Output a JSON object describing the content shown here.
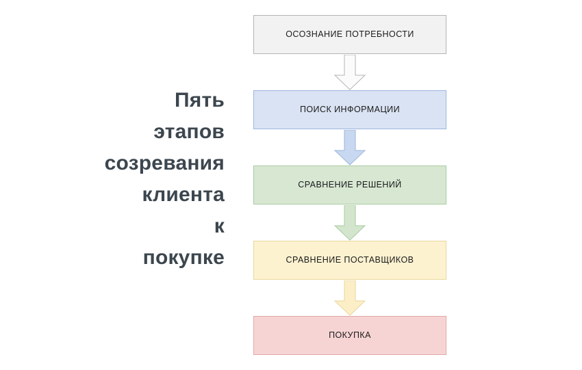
{
  "heading": {
    "text": "Пять\nэтапов\nсозревания\nклиента\nк\nпокупке",
    "color": "#3c464e",
    "align": "right"
  },
  "flow": {
    "type": "vertical-flowchart",
    "direction": "top-to-bottom",
    "steps": [
      {
        "index": 1,
        "label": "ОСОЗНАНИЕ ПОТРЕБНОСТИ",
        "fill": "#f2f2f2",
        "border": "#b4b4b4",
        "text_color": "#1a1a1a"
      },
      {
        "index": 2,
        "label": "ПОИСК ИНФОРМАЦИИ",
        "fill": "#dae3f3",
        "border": "#9db5de",
        "text_color": "#1a1a1a"
      },
      {
        "index": 3,
        "label": "СРАВНЕНИЕ РЕШЕНИЙ",
        "fill": "#d7e7d2",
        "border": "#a9cba1",
        "text_color": "#1a1a1a"
      },
      {
        "index": 4,
        "label": "СРАВНЕНИЕ ПОСТАВЩИКОВ",
        "fill": "#fdf2d0",
        "border": "#e8d79a",
        "text_color": "#1a1a1a"
      },
      {
        "index": 5,
        "label": "ПОКУПКА",
        "fill": "#f7d4d4",
        "border": "#e0a8a8",
        "text_color": "#1a1a1a"
      }
    ],
    "connectors": [
      {
        "index": 1,
        "from": "ОСОЗНАНИЕ ПОТРЕБНОСТИ",
        "to": "ПОИСК ИНФОРМАЦИИ",
        "icon": "arrow-down-icon",
        "fill": "#fbfbfb",
        "border": "#b4b4b4"
      },
      {
        "index": 2,
        "from": "ПОИСК ИНФОРМАЦИИ",
        "to": "СРАВНЕНИЕ РЕШЕНИЙ",
        "icon": "arrow-down-icon",
        "fill": "#c8d8f0",
        "border": "#9db5de"
      },
      {
        "index": 3,
        "from": "СРАВНЕНИЕ РЕШЕНИЙ",
        "to": "СРАВНЕНИЕ ПОСТАВЩИКОВ",
        "icon": "arrow-down-icon",
        "fill": "#d3e6cd",
        "border": "#a9cba1"
      },
      {
        "index": 4,
        "from": "СРАВНЕНИЕ ПОСТАВЩИКОВ",
        "to": "ПОКУПКА",
        "icon": "arrow-down-icon",
        "fill": "#fcefc8",
        "border": "#e8d79a"
      }
    ]
  }
}
